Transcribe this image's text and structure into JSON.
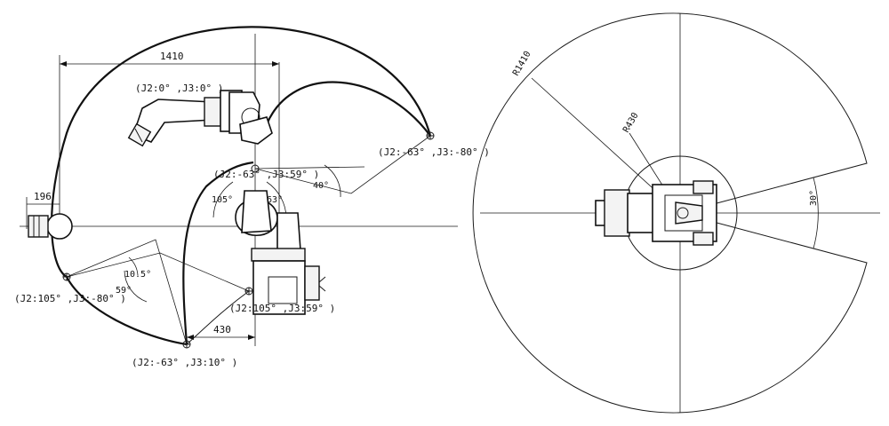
{
  "side_view": {
    "dimensions": {
      "reach": "1410",
      "flange_offset": "196",
      "inner_offset": "430"
    },
    "poses": {
      "home": "(J2:0° ,J3:0° )",
      "top_right": "(J2:-63° ,J3:-80° )",
      "mid": "(J2:-63° ,J3:59° )",
      "left": "(J2:105° ,J3:-80° )",
      "lower": "(J2:105° ,J3:59° )",
      "bottom": "(J2:-63° ,J3:10° )"
    },
    "angles": {
      "a105": "105°",
      "a63": "63°",
      "a40": "40°",
      "a10_5": "10.5°",
      "a59": "59°"
    }
  },
  "top_view": {
    "outer_radius": "R1410",
    "inner_radius": "R430",
    "excluded_angle": "30°"
  }
}
